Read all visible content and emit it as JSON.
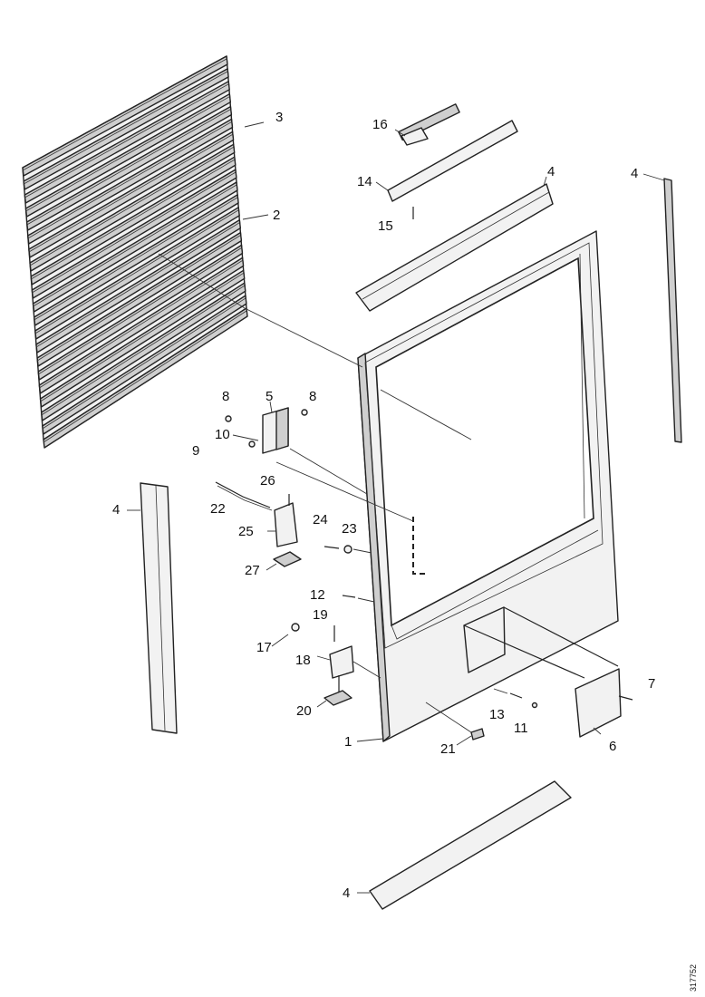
{
  "drawing": {
    "doc_id": "317752",
    "callouts": [
      "1",
      "2",
      "3",
      "4",
      "4",
      "4",
      "4",
      "5",
      "6",
      "7",
      "8",
      "8",
      "9",
      "10",
      "11",
      "12",
      "13",
      "14",
      "15",
      "16",
      "17",
      "18",
      "19",
      "20",
      "21",
      "22",
      "23",
      "24",
      "25",
      "26",
      "27"
    ]
  }
}
